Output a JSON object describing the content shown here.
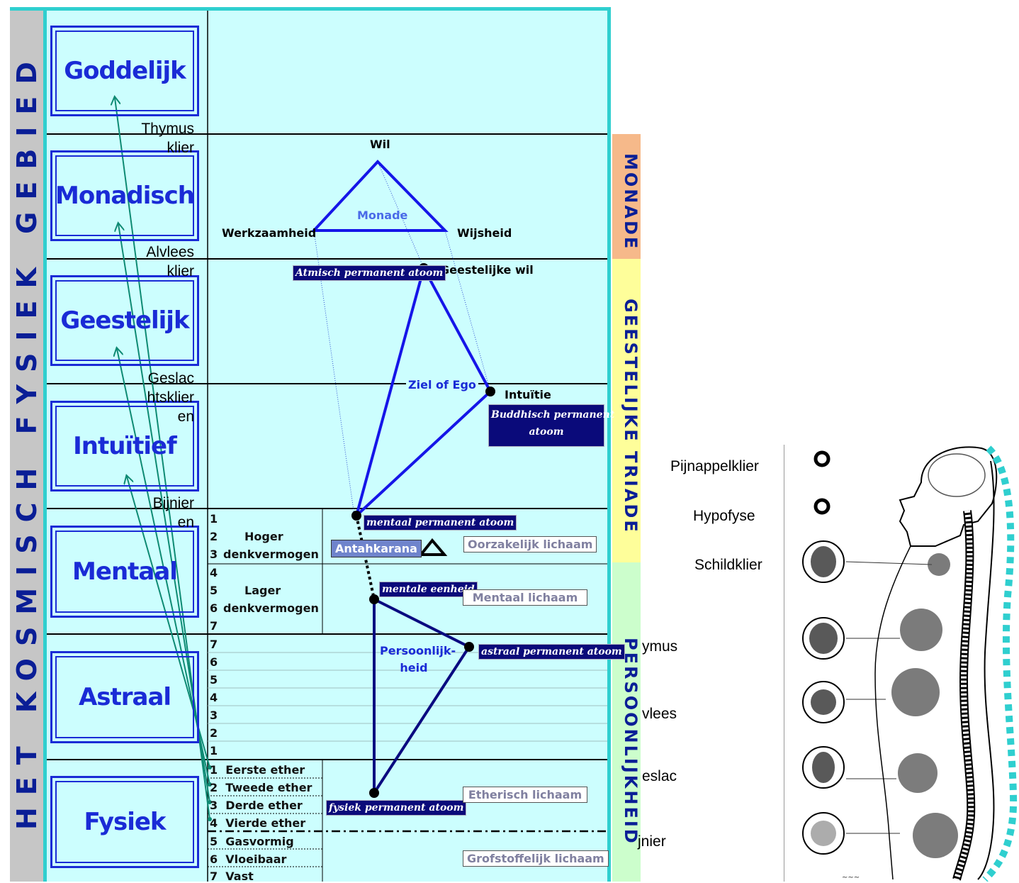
{
  "title_vertical": "HET KOSMISCH FYSIEK GEBIED",
  "bands": {
    "monade": "MONADE",
    "triade": "GEESTELIJKE TRIADE",
    "persoonlijkheid": "PERSOONLIJKHEID"
  },
  "planes": [
    "Goddelijk",
    "Monadisch",
    "Geestelijk",
    "Intuïtief",
    "Mentaal",
    "Astraal",
    "Fysiek"
  ],
  "left_glands": {
    "thymus": [
      "Thymus",
      "klier"
    ],
    "alvlees": [
      "Alvlees",
      "klier"
    ],
    "geslacht": [
      "Geslac",
      "htsklier",
      "en"
    ],
    "bijnier": [
      "Bijnier",
      "en"
    ]
  },
  "monad": {
    "top": "Wil",
    "left": "Werkzaamheid",
    "right": "Wijsheid",
    "center": "Monade"
  },
  "triad": {
    "geestelijke_wil": "Geestelijke wil",
    "intuitie": "Intuïtie",
    "ziel": "Ziel of Ego"
  },
  "atoms": {
    "atmisch": "Atmisch permanent atoom",
    "buddhisch": [
      "Buddhisch permanent",
      "atoom"
    ],
    "mentaal": "mentaal permanent atoom",
    "mentale_eenheid": "mentale eenheid",
    "astraal": "astraal permanent atoom",
    "fysiek": "fysiek permanent atoom"
  },
  "antahkarana": "Antahkarana",
  "persoonlijkheid_label": [
    "Persoonlijk-",
    "heid"
  ],
  "bodies": {
    "oorzakelijk": "Oorzakelijk lichaam",
    "mentaal": "Mentaal lichaam",
    "etherisch": "Etherisch lichaam",
    "grofstoffelijk": "Grofstoffelijk lichaam"
  },
  "mental_subplanes": {
    "nums": [
      "1",
      "2",
      "3",
      "4",
      "5",
      "6",
      "7"
    ],
    "hoger": [
      "Hoger",
      "denkvermogen"
    ],
    "lager": [
      "Lager",
      "denkvermogen"
    ]
  },
  "astral_subplanes": [
    "7",
    "6",
    "5",
    "4",
    "3",
    "2",
    "1"
  ],
  "physical_subplanes": [
    {
      "num": "1",
      "name": "Eerste ether"
    },
    {
      "num": "2",
      "name": "Tweede ether"
    },
    {
      "num": "3",
      "name": "Derde ether"
    },
    {
      "num": "4",
      "name": "Vierde ether"
    },
    {
      "num": "5",
      "name": "Gasvormig"
    },
    {
      "num": "6",
      "name": "Vloeibaar"
    },
    {
      "num": "7",
      "name": "Vast"
    }
  ],
  "right_glands": [
    "Pijnappelklier",
    "Hypofyse",
    "Schildklier"
  ],
  "cut_labels": [
    "ymus",
    "vlees",
    "eslac",
    "jnier"
  ],
  "colors": {
    "background": "#ccfefe",
    "border": "#2fcfcf",
    "plane_text": "#1a2bd6",
    "atom_bg": "#0a0a7a",
    "arrow": "#0e8a73"
  }
}
